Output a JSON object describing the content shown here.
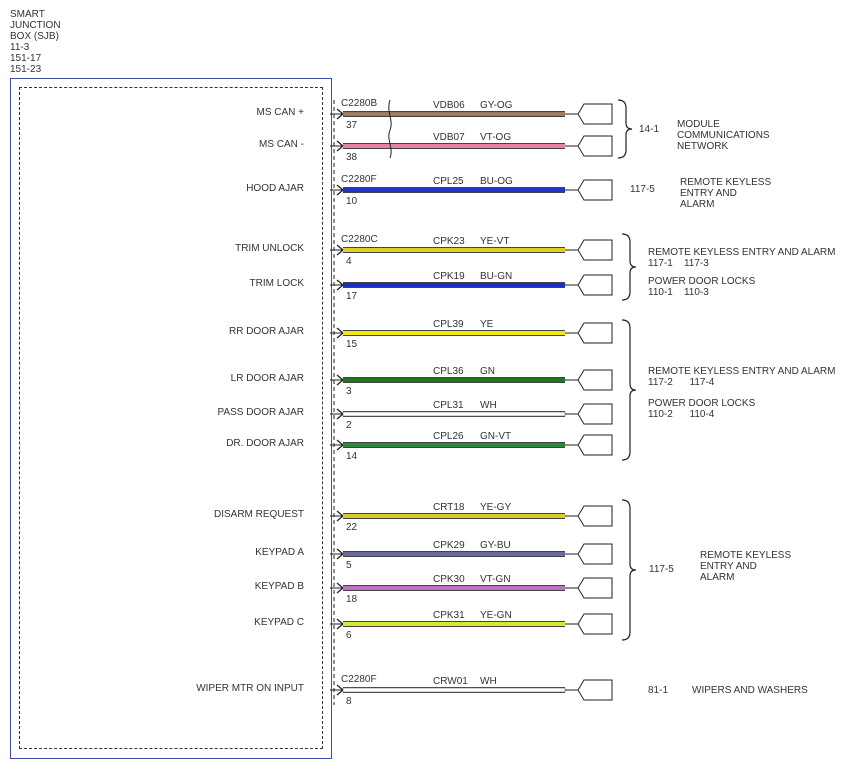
{
  "header": "SMART\nJUNCTION\nBOX (SJB)\n11-3\n151-17\n151-23",
  "circuits": [
    {
      "signal": "MS CAN +",
      "connector": "C2280B",
      "pin": "37",
      "circuit": "VDB06",
      "color_code": "GY-OG",
      "wire_color": "#8c7a6b",
      "stripe": "#e0782a"
    },
    {
      "signal": "MS CAN -",
      "connector": "",
      "pin": "38",
      "circuit": "VDB07",
      "color_code": "VT-OG",
      "wire_color": "#e880a8",
      "stripe": "#e880a8"
    },
    {
      "signal": "HOOD AJAR",
      "connector": "C2280F",
      "pin": "10",
      "circuit": "CPL25",
      "color_code": "BU-OG",
      "wire_color": "#2233cc",
      "stripe": "#2233cc"
    },
    {
      "signal": "TRIM UNLOCK",
      "connector": "C2280C",
      "pin": "4",
      "circuit": "CPK23",
      "color_code": "YE-VT",
      "wire_color": "#e0d020",
      "stripe": "#d8cc30"
    },
    {
      "signal": "TRIM LOCK",
      "connector": "",
      "pin": "17",
      "circuit": "CPK19",
      "color_code": "BU-GN",
      "wire_color": "#1a2fc8",
      "stripe": "#1a2fc8"
    },
    {
      "signal": "RR DOOR AJAR",
      "connector": "",
      "pin": "15",
      "circuit": "CPL39",
      "color_code": "YE",
      "wire_color": "#f0ea10",
      "stripe": "#f0ea10"
    },
    {
      "signal": "LR DOOR AJAR",
      "connector": "",
      "pin": "3",
      "circuit": "CPL36",
      "color_code": "GN",
      "wire_color": "#1a7a1a",
      "stripe": "#1a7a1a"
    },
    {
      "signal": "PASS DOOR AJAR",
      "connector": "",
      "pin": "2",
      "circuit": "CPL31",
      "color_code": "WH",
      "wire_color": "#ffffff",
      "stripe": "#ffffff"
    },
    {
      "signal": "DR. DOOR AJAR",
      "connector": "",
      "pin": "14",
      "circuit": "CPL26",
      "color_code": "GN-VT",
      "wire_color": "#2a8a3a",
      "stripe": "#2a8a3a"
    },
    {
      "signal": "DISARM REQUEST",
      "connector": "",
      "pin": "22",
      "circuit": "CRT18",
      "color_code": "YE-GY",
      "wire_color": "#d8cc30",
      "stripe": "#d8cc30"
    },
    {
      "signal": "KEYPAD A",
      "connector": "",
      "pin": "5",
      "circuit": "CPK29",
      "color_code": "GY-BU",
      "wire_color": "#6a6aa0",
      "stripe": "#6a6aa0"
    },
    {
      "signal": "KEYPAD B",
      "connector": "",
      "pin": "18",
      "circuit": "CPK30",
      "color_code": "VT-GN",
      "wire_color": "#c070c8",
      "stripe": "#c070c8"
    },
    {
      "signal": "KEYPAD C",
      "connector": "",
      "pin": "6",
      "circuit": "CPK31",
      "color_code": "YE-GN",
      "wire_color": "#d8e830",
      "stripe": "#d8e830"
    },
    {
      "signal": "WIPER MTR ON INPUT",
      "connector": "C2280F",
      "pin": "8",
      "circuit": "CRW01",
      "color_code": "WH",
      "wire_color": "#ffffff",
      "stripe": "#ffffff"
    }
  ],
  "references": [
    {
      "page": "14-1",
      "text": "MODULE\nCOMMUNICATIONS\nNETWORK"
    },
    {
      "page": "117-5",
      "text": "REMOTE KEYLESS\nENTRY AND\nALARM"
    },
    {
      "page": "",
      "text": "REMOTE KEYLESS ENTRY AND ALARM\n117-1    117-3"
    },
    {
      "page": "",
      "text": "POWER DOOR LOCKS\n110-1    110-3"
    },
    {
      "page": "",
      "text": "REMOTE KEYLESS ENTRY AND ALARM\n117-2      117-4"
    },
    {
      "page": "",
      "text": "POWER DOOR LOCKS\n110-2      110-4"
    },
    {
      "page": "117-5",
      "text": "REMOTE KEYLESS\nENTRY AND\nALARM"
    },
    {
      "page": "81-1",
      "text": "WIPERS AND WASHERS"
    }
  ]
}
